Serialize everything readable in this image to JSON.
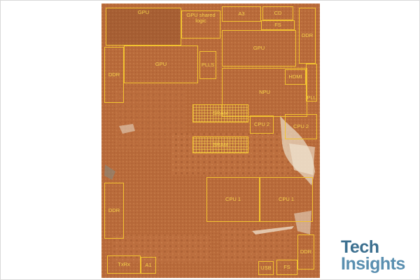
{
  "blocks": [
    {
      "id": "gpu-top-left",
      "label": "GPU"
    },
    {
      "id": "gpu-shared-logic",
      "label": "GPU shared\nlogic"
    },
    {
      "id": "a3",
      "label": "A3"
    },
    {
      "id": "cd",
      "label": "CD"
    },
    {
      "id": "fs-top",
      "label": "FS"
    },
    {
      "id": "ddr-top-right",
      "label": "DDR"
    },
    {
      "id": "gpu-right",
      "label": "GPU"
    },
    {
      "id": "ddr-left-top",
      "label": "DDR"
    },
    {
      "id": "gpu-center",
      "label": "GPU"
    },
    {
      "id": "plls",
      "label": "PLLS"
    },
    {
      "id": "hdmi",
      "label": "HDMI"
    },
    {
      "id": "npu",
      "label": "NPU"
    },
    {
      "id": "pll-right",
      "label": "PLL"
    },
    {
      "id": "sram-1",
      "label": "SRAM"
    },
    {
      "id": "cpu2-a",
      "label": "CPU 2"
    },
    {
      "id": "cpu2-b",
      "label": "CPU 2"
    },
    {
      "id": "sram-2",
      "label": "SRAM"
    },
    {
      "id": "ddr-left-bottom",
      "label": "DDR"
    },
    {
      "id": "cpu1-a",
      "label": "CPU 1"
    },
    {
      "id": "cpu1-b",
      "label": "CPU 1"
    },
    {
      "id": "ddr-bottom-right",
      "label": "DDR"
    },
    {
      "id": "txrx",
      "label": "TxRx"
    },
    {
      "id": "a1",
      "label": "A1"
    },
    {
      "id": "usb",
      "label": "USB"
    },
    {
      "id": "fs-bottom",
      "label": "FS"
    }
  ],
  "logo": {
    "line1": "Tech",
    "line2": "Insights"
  },
  "colors": {
    "die": "#b86a3a",
    "outline": "#f2c230",
    "logo_dark": "#3b6f8f",
    "logo_light": "#5a8fb0"
  }
}
